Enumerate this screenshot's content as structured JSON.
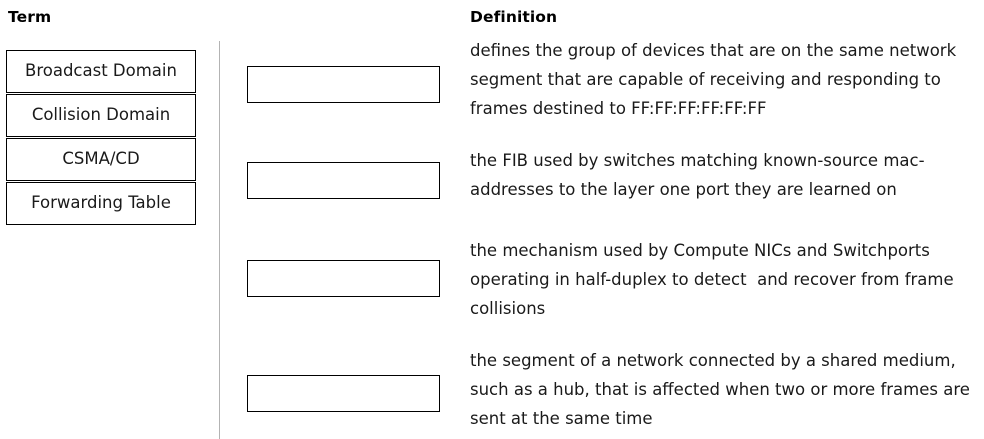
{
  "headers": {
    "term": "Term",
    "definition": "Definition"
  },
  "terms": [
    {
      "label": "Broadcast Domain"
    },
    {
      "label": "Collision Domain"
    },
    {
      "label": "CSMA/CD"
    },
    {
      "label": "Forwarding Table"
    }
  ],
  "definitions": [
    {
      "answer_value": "",
      "text": "defines the group of devices that are on the same network segment that are capable of receiving and responding to frames destined to FF:FF:FF:FF:FF:FF"
    },
    {
      "answer_value": "",
      "text": "the FIB used by switches matching known-source mac-addresses to the layer one port they are learned on"
    },
    {
      "answer_value": "",
      "text": "the mechanism used by Compute NICs and Switchports operating in half-duplex to detect  and recover from frame collisions"
    },
    {
      "answer_value": "",
      "text": "the segment of a network connected by a shared medium, such as a hub, that is affected when two or more frames are sent at the same time"
    }
  ],
  "colors": {
    "background": "#ffffff",
    "border": "#000000",
    "divider": "#b3b3b3",
    "text": "#1a1a1a"
  }
}
